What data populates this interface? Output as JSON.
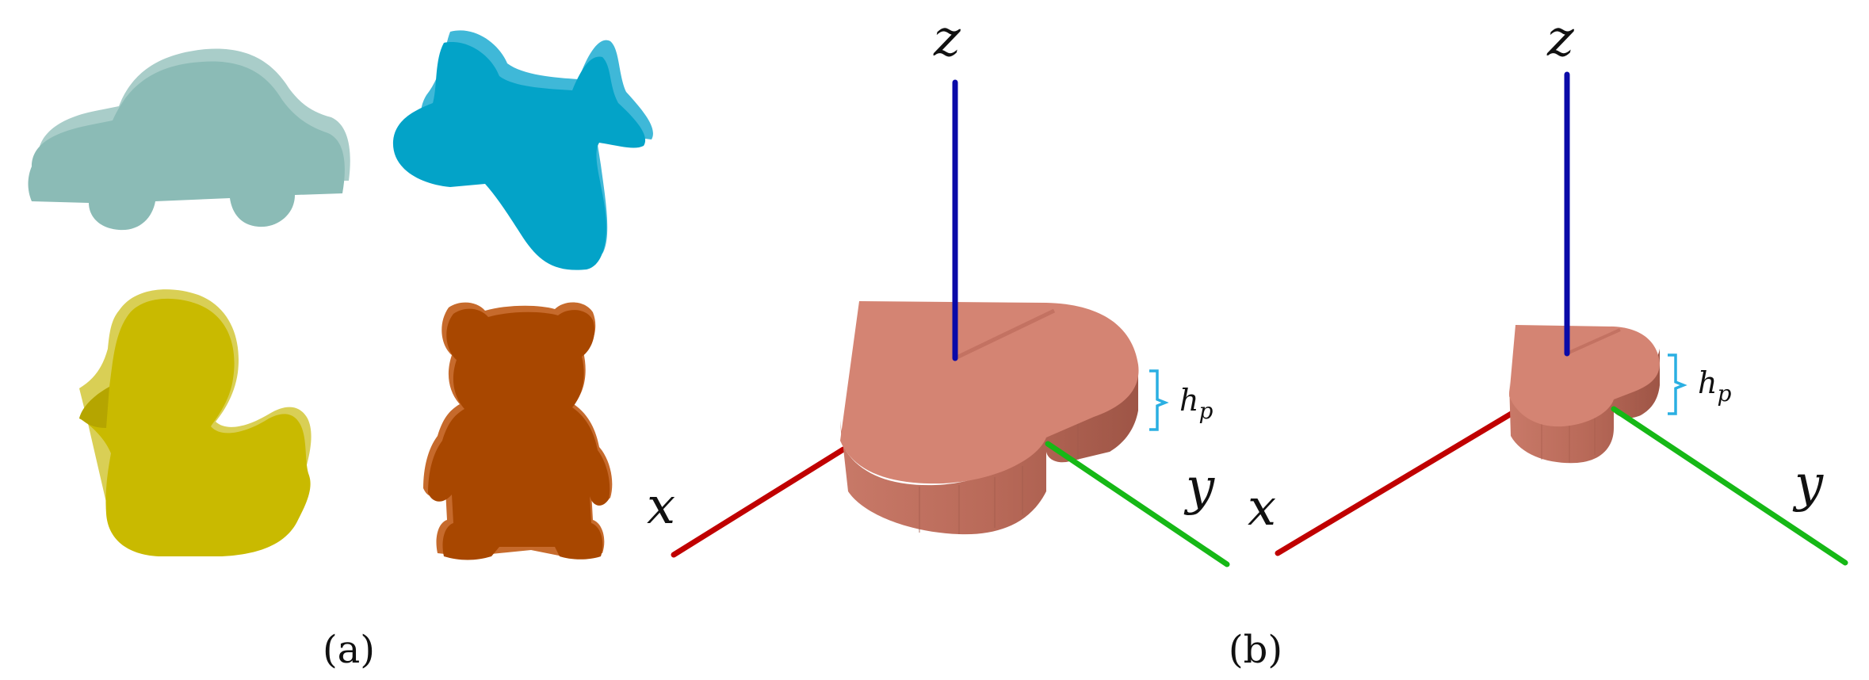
{
  "captions": {
    "a": "(a)",
    "b": "(b)"
  },
  "axes": {
    "x_label": "x",
    "y_label": "y",
    "z_label": "z",
    "height_label_base": "h",
    "height_label_sub": "p"
  },
  "shapes_a": [
    "car-icon",
    "airplane-icon",
    "duck-icon",
    "teddy-bear-icon"
  ],
  "colors": {
    "car": "#8BBBB6",
    "airplane": "#03A3C8",
    "duck": "#C9BA00",
    "bear": "#A84700",
    "heart_top": "#D48473",
    "heart_side": "#B86757",
    "heart_side_dark": "#9E5546",
    "x_axis": "#C00000",
    "y_axis": "#16B816",
    "z_axis": "#0A0AA8",
    "bracket": "#2AAFE2"
  }
}
